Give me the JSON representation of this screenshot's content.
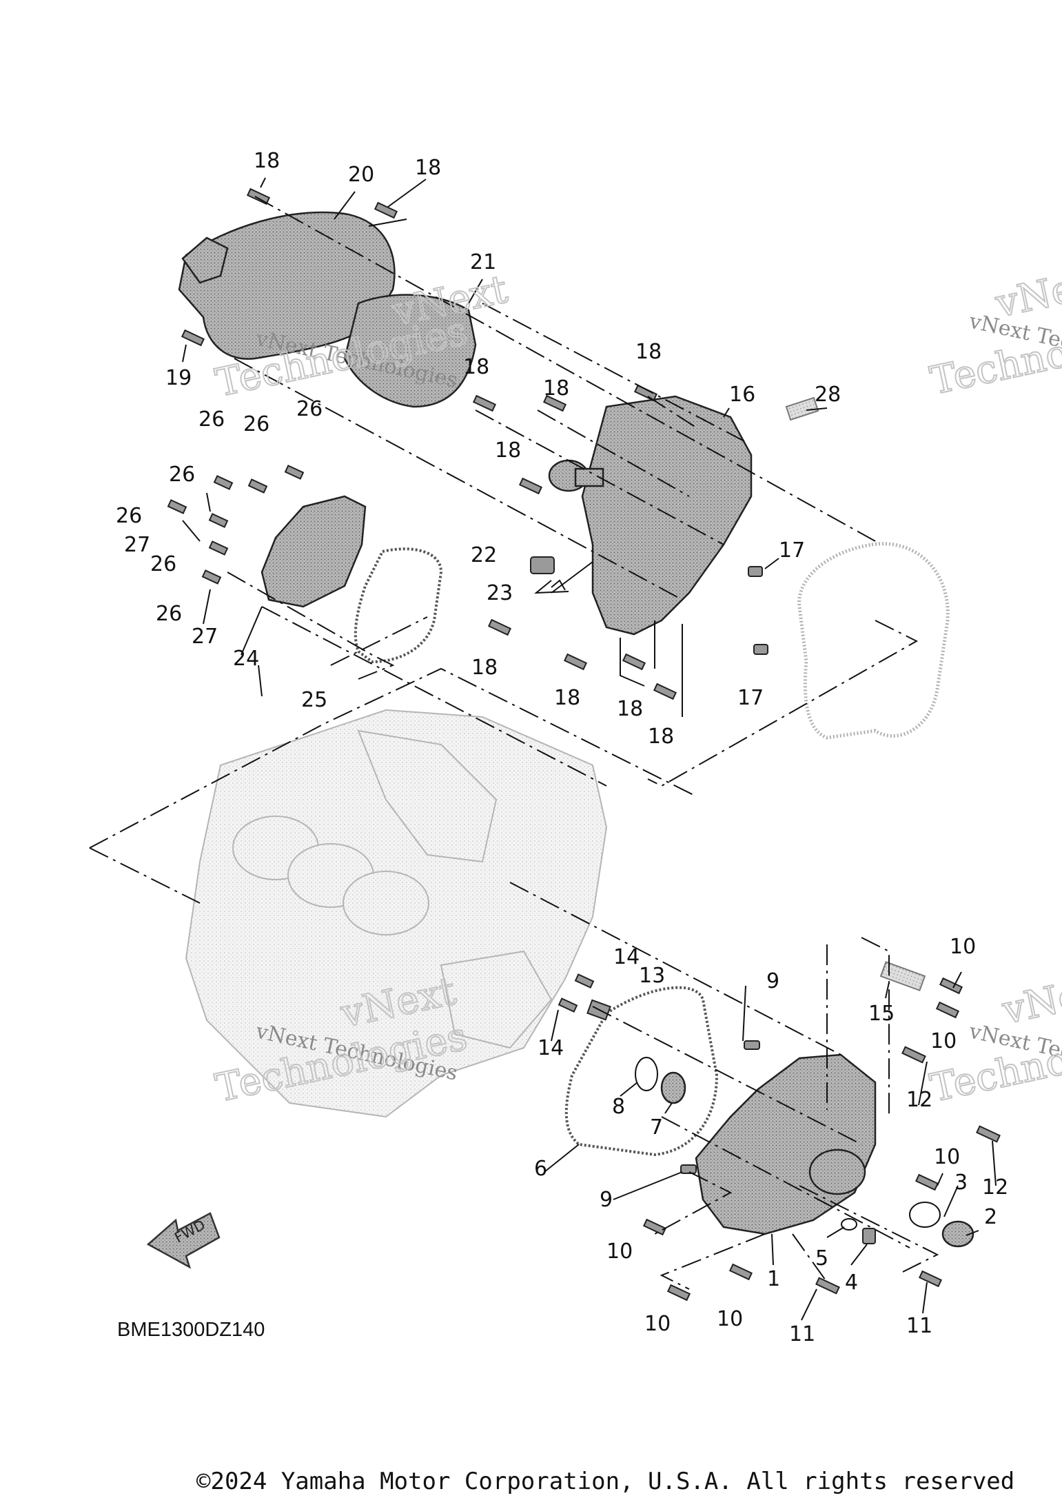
{
  "callouts": [
    {
      "id": "c1",
      "label": "18"
    },
    {
      "id": "c2",
      "label": "20"
    },
    {
      "id": "c3",
      "label": "18"
    },
    {
      "id": "c4",
      "label": "21"
    },
    {
      "id": "c5",
      "label": "19"
    },
    {
      "id": "c6",
      "label": "18"
    },
    {
      "id": "c7",
      "label": "18"
    },
    {
      "id": "c8",
      "label": "18"
    },
    {
      "id": "c9",
      "label": "16"
    },
    {
      "id": "c10",
      "label": "28"
    },
    {
      "id": "c11",
      "label": "26"
    },
    {
      "id": "c12",
      "label": "26"
    },
    {
      "id": "c13",
      "label": "26"
    },
    {
      "id": "c14",
      "label": "26"
    },
    {
      "id": "c15",
      "label": "26"
    },
    {
      "id": "c16",
      "label": "27"
    },
    {
      "id": "c17",
      "label": "26"
    },
    {
      "id": "c18",
      "label": "18"
    },
    {
      "id": "c19",
      "label": "26"
    },
    {
      "id": "c20",
      "label": "27"
    },
    {
      "id": "c21",
      "label": "24"
    },
    {
      "id": "c22",
      "label": "22"
    },
    {
      "id": "c23",
      "label": "23"
    },
    {
      "id": "c24",
      "label": "17"
    },
    {
      "id": "c25",
      "label": "25"
    },
    {
      "id": "c26",
      "label": "18"
    },
    {
      "id": "c27",
      "label": "18"
    },
    {
      "id": "c28",
      "label": "18"
    },
    {
      "id": "c29",
      "label": "18"
    },
    {
      "id": "c30",
      "label": "17"
    },
    {
      "id": "c31",
      "label": "14"
    },
    {
      "id": "c32",
      "label": "13"
    },
    {
      "id": "c33",
      "label": "9"
    },
    {
      "id": "c34",
      "label": "10"
    },
    {
      "id": "c35",
      "label": "15"
    },
    {
      "id": "c36",
      "label": "10"
    },
    {
      "id": "c37",
      "label": "14"
    },
    {
      "id": "c38",
      "label": "12"
    },
    {
      "id": "c39",
      "label": "8"
    },
    {
      "id": "c40",
      "label": "7"
    },
    {
      "id": "c41",
      "label": "10"
    },
    {
      "id": "c42",
      "label": "6"
    },
    {
      "id": "c43",
      "label": "9"
    },
    {
      "id": "c44",
      "label": "3"
    },
    {
      "id": "c45",
      "label": "12"
    },
    {
      "id": "c46",
      "label": "2"
    },
    {
      "id": "c47",
      "label": "10"
    },
    {
      "id": "c48",
      "label": "5"
    },
    {
      "id": "c49",
      "label": "4"
    },
    {
      "id": "c50",
      "label": "1"
    },
    {
      "id": "c51",
      "label": "10"
    },
    {
      "id": "c52",
      "label": "10"
    },
    {
      "id": "c53",
      "label": "11"
    },
    {
      "id": "c54",
      "label": "11"
    }
  ],
  "watermark": {
    "line1": "vNext Technologies",
    "line2": "Technologies",
    "line3": "vNext"
  },
  "fwd_label": "FWD",
  "diagram_code": "BME1300DZ140",
  "copyright": "©2024 Yamaha Motor Corporation, U.S.A. All rights reserved"
}
